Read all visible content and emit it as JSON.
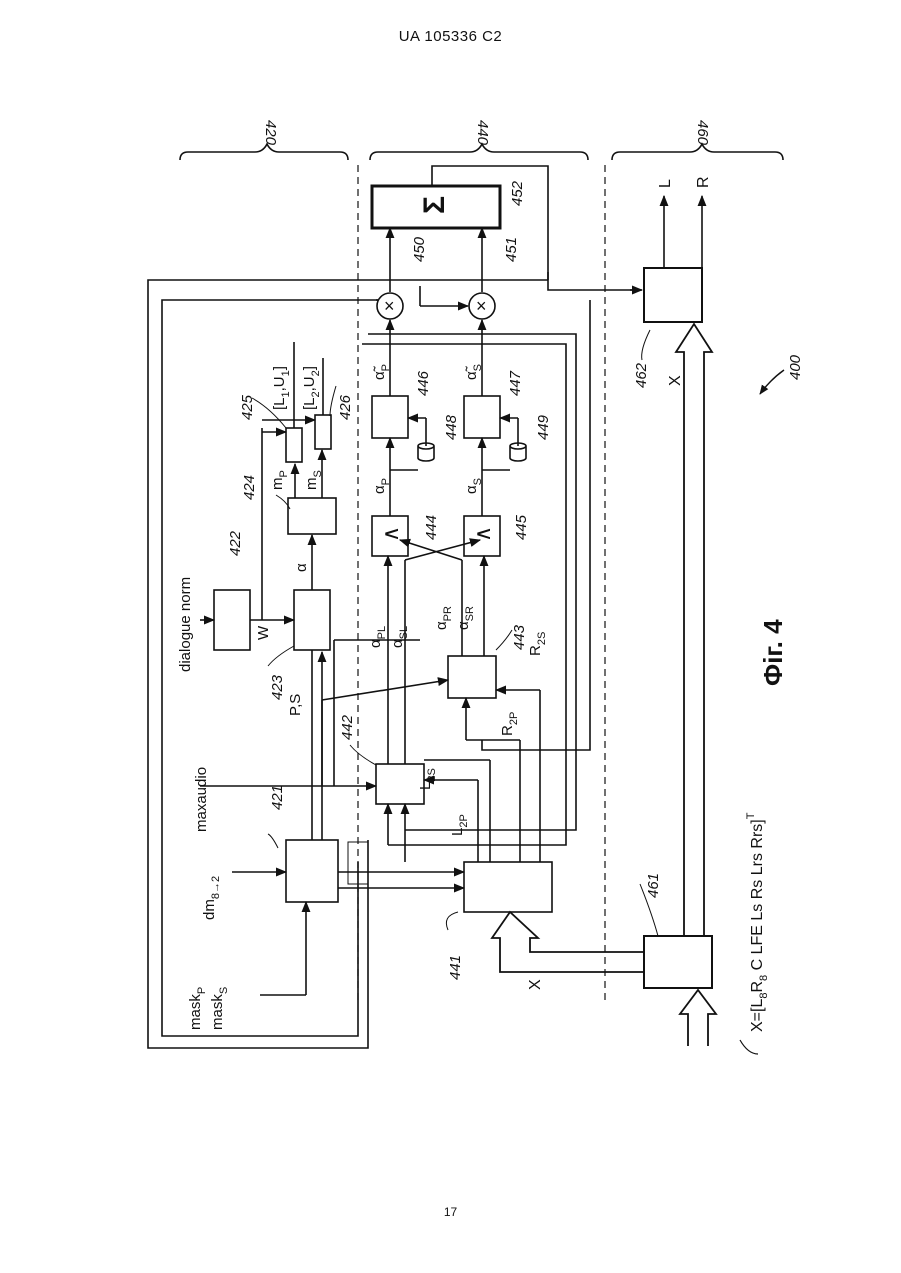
{
  "header": "UA   105336   C2",
  "page_number": "17",
  "figure": {
    "caption": "Фіг. 4",
    "ref_400": "400",
    "section_labels": [
      "420",
      "440",
      "460"
    ],
    "blocks": {
      "b421": "421",
      "b422": "422",
      "b423": "423",
      "b424": "424",
      "b425": "425",
      "b426": "426",
      "b441": "441",
      "b442": "442",
      "b443": "443",
      "b444": "444",
      "b445": "445",
      "b446": "446",
      "b447": "447",
      "b448": "448",
      "b449": "449",
      "b450": "450",
      "b451": "451",
      "b452": "452",
      "b461": "461",
      "b462": "462"
    },
    "inputs": {
      "mask_p": "mask",
      "mask_p_sub": "P",
      "mask_s": "mask",
      "mask_s_sub": "S",
      "dm": "dm",
      "dm_sub": "8→2",
      "maxaudio": "maxaudio",
      "dialogue_norm": "dialogue norm",
      "x_vector_a": "X=[L",
      "x_vector_sub8a": "8",
      "x_vector_b": "R",
      "x_vector_sub8b": "8",
      "x_vector_c": " C  LFE Ls Rs Lrs Rrs]",
      "x_vector_t": "T"
    },
    "signals": {
      "ps": "P,S",
      "w": "W",
      "alpha": "α",
      "mp": "m",
      "mp_sub": "P",
      "ms": "m",
      "ms_sub": "S",
      "lu1": "[L",
      "lu1_sub1": "1",
      "lu1_mid": ",U",
      "lu1_sub2": "1",
      "lu1_end": "]",
      "lu2": "[L",
      "lu2_sub1": "2",
      "lu2_mid": ",U",
      "lu2_sub2": "2",
      "lu2_end": "]",
      "l2s": "L",
      "l2s_sub": "2S",
      "l2p": "L",
      "l2p_sub": "2P",
      "r2p": "R",
      "r2p_sub": "2P",
      "r2s": "R",
      "r2s_sub": "2S",
      "alpha_pl_sub": "PL",
      "alpha_sl_sub": "SL",
      "alpha_pr_sub": "PR",
      "alpha_sr_sub": "SR",
      "alpha_p_sub": "P",
      "alpha_s_sub": "S",
      "alpha_tilde_p_sub": "P",
      "alpha_tilde_s_sub": "S",
      "x_label": "X",
      "out_l": "L",
      "out_r": "R",
      "sum_symbol": "Σ",
      "mul_symbol": "×",
      "max_symbol": "∧"
    }
  }
}
